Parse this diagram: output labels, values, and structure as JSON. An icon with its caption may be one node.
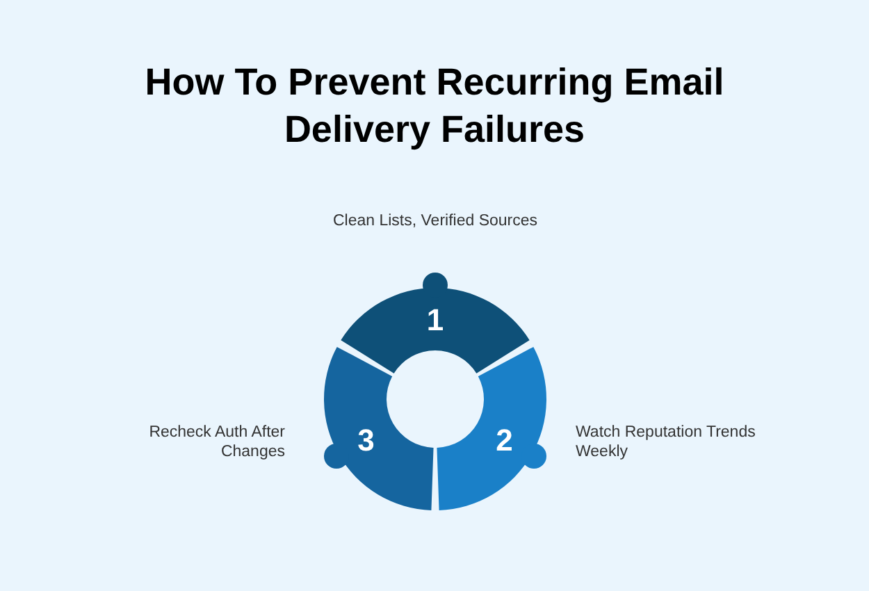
{
  "diagram": {
    "title": "How To Prevent Recurring Email Delivery Failures",
    "nodes": [
      {
        "text": [
          "1"
        ],
        "beside": [
          "Clean Lists, Verified Sources"
        ]
      },
      {
        "text": [
          "2"
        ],
        "beside": [
          "Watch Reputation Trends Weekly"
        ]
      },
      {
        "text": [
          "3"
        ],
        "beside": [
          "Recheck Auth After Changes"
        ]
      }
    ],
    "edges": []
  }
}
